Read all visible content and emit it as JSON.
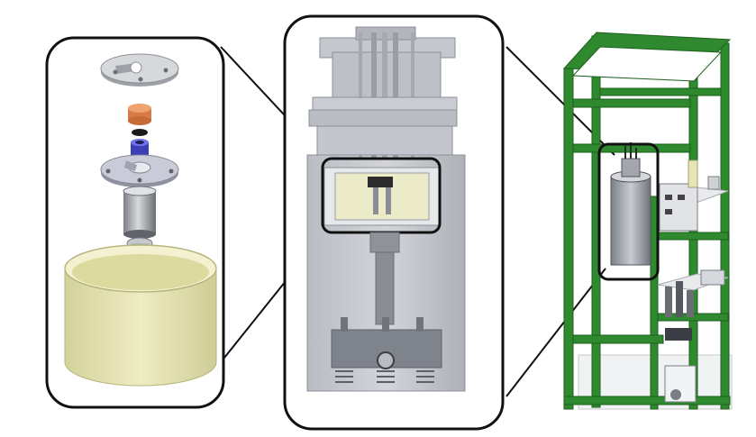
{
  "figure": {
    "panels": [
      {
        "id": "exploded-assembly",
        "parts": [
          "top-flange-cap",
          "orange-spacer",
          "black-seal-disc",
          "blue-bushing",
          "lower-flange",
          "cylinder-body",
          "ball-joint",
          "cream-crucible"
        ]
      },
      {
        "id": "section-view",
        "parts": [
          "top-manifold",
          "lid-flange",
          "outer-vessel",
          "window-insert",
          "center-shaft",
          "heater-base",
          "bottom-springs"
        ]
      },
      {
        "id": "frame-rig",
        "parts": [
          "green-frame",
          "pressure-vessel",
          "control-box",
          "valve-block",
          "bottom-pump"
        ]
      }
    ],
    "colors": {
      "frame": "#2f8a2f",
      "crucible": "#e4e2b4",
      "spacer": "#e3915c",
      "bushing": "#4f4fd1",
      "steel": "#b7bcc5",
      "outline": "#111111"
    }
  }
}
